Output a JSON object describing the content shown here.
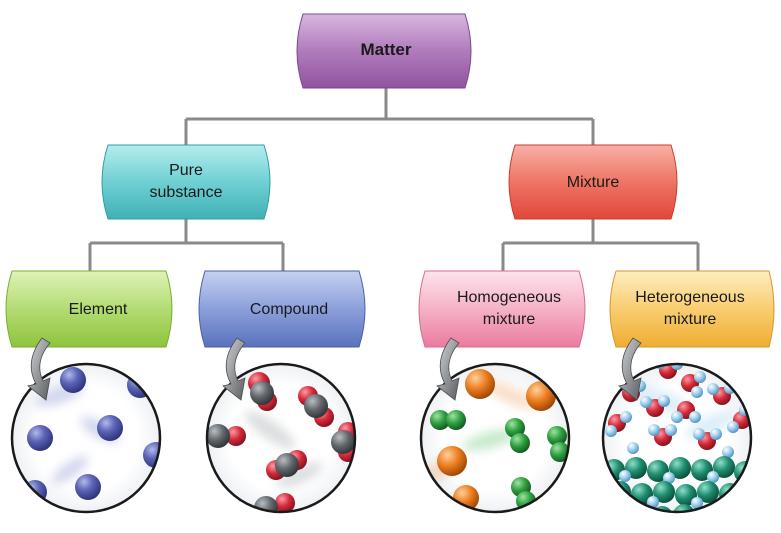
{
  "nodes": {
    "matter": {
      "label": "Matter",
      "color": "#a76bb3"
    },
    "pure": {
      "line1": "Pure",
      "line2": "substance",
      "color": "#5cc6c9"
    },
    "mixture": {
      "label": "Mixture",
      "color": "#ea6552"
    },
    "element": {
      "label": "Element",
      "color": "#9ccf4f"
    },
    "compound": {
      "label": "Compound",
      "color": "#6f86c9"
    },
    "homogeneous": {
      "line1": "Homogeneous",
      "line2": "mixture",
      "color": "#ef8fae"
    },
    "heterogeneous": {
      "line1": "Heterogeneous",
      "line2": "mixture",
      "color": "#f4bb4b"
    }
  },
  "particles": {
    "element_atom": "#4f58a8",
    "compound_gray": "#5f6468",
    "compound_red": "#cf2637",
    "homo_green": "#2f9d3f",
    "homo_orange": "#ea7b1e",
    "hetero_teal": "#1f8a6e",
    "hetero_blue": "#8fc6e6",
    "hetero_red": "#d02d3a"
  },
  "connector_color": "#8a8a8a"
}
